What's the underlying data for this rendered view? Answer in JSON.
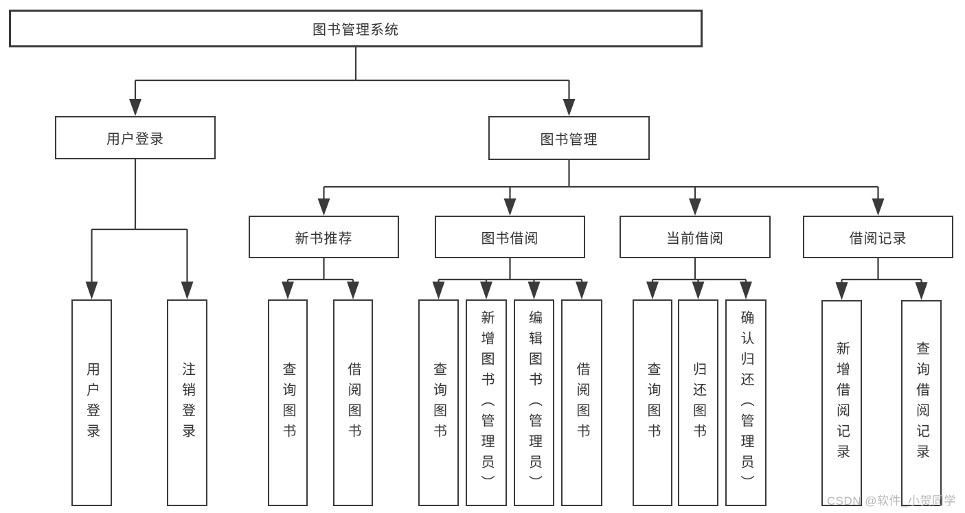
{
  "tree": {
    "root": {
      "label": "图书管理系统"
    },
    "level2": [
      {
        "label": "用户登录"
      },
      {
        "label": "图书管理"
      }
    ],
    "level3": [
      {
        "label": "新书推荐",
        "parent": "图书管理"
      },
      {
        "label": "图书借阅",
        "parent": "图书管理"
      },
      {
        "label": "当前借阅",
        "parent": "图书管理"
      },
      {
        "label": "借阅记录",
        "parent": "图书管理"
      }
    ],
    "leaves": [
      {
        "label": "用户登录",
        "parent": "用户登录"
      },
      {
        "label": "注销登录",
        "parent": "用户登录"
      },
      {
        "label": "查询图书",
        "parent": "新书推荐"
      },
      {
        "label": "借阅图书",
        "parent": "新书推荐"
      },
      {
        "label": "查询图书",
        "parent": "图书借阅"
      },
      {
        "label": "新增图书（管理员）",
        "parent": "图书借阅"
      },
      {
        "label": "编辑图书（管理员）",
        "parent": "图书借阅"
      },
      {
        "label": "借阅图书",
        "parent": "图书借阅"
      },
      {
        "label": "查询图书",
        "parent": "当前借阅"
      },
      {
        "label": "归还图书",
        "parent": "当前借阅"
      },
      {
        "label": "确认归还（管理员）",
        "parent": "当前借阅"
      },
      {
        "label": "新增借阅记录",
        "parent": "借阅记录"
      },
      {
        "label": "查询借阅记录",
        "parent": "借阅记录"
      }
    ]
  },
  "watermark": {
    "text": "CSDN @软件_小贺同学"
  },
  "colors": {
    "line": "#3a3a3a",
    "box_border": "#3a3a3a",
    "text": "#333333",
    "watermark": "#b8b8b8",
    "background": "#ffffff"
  }
}
